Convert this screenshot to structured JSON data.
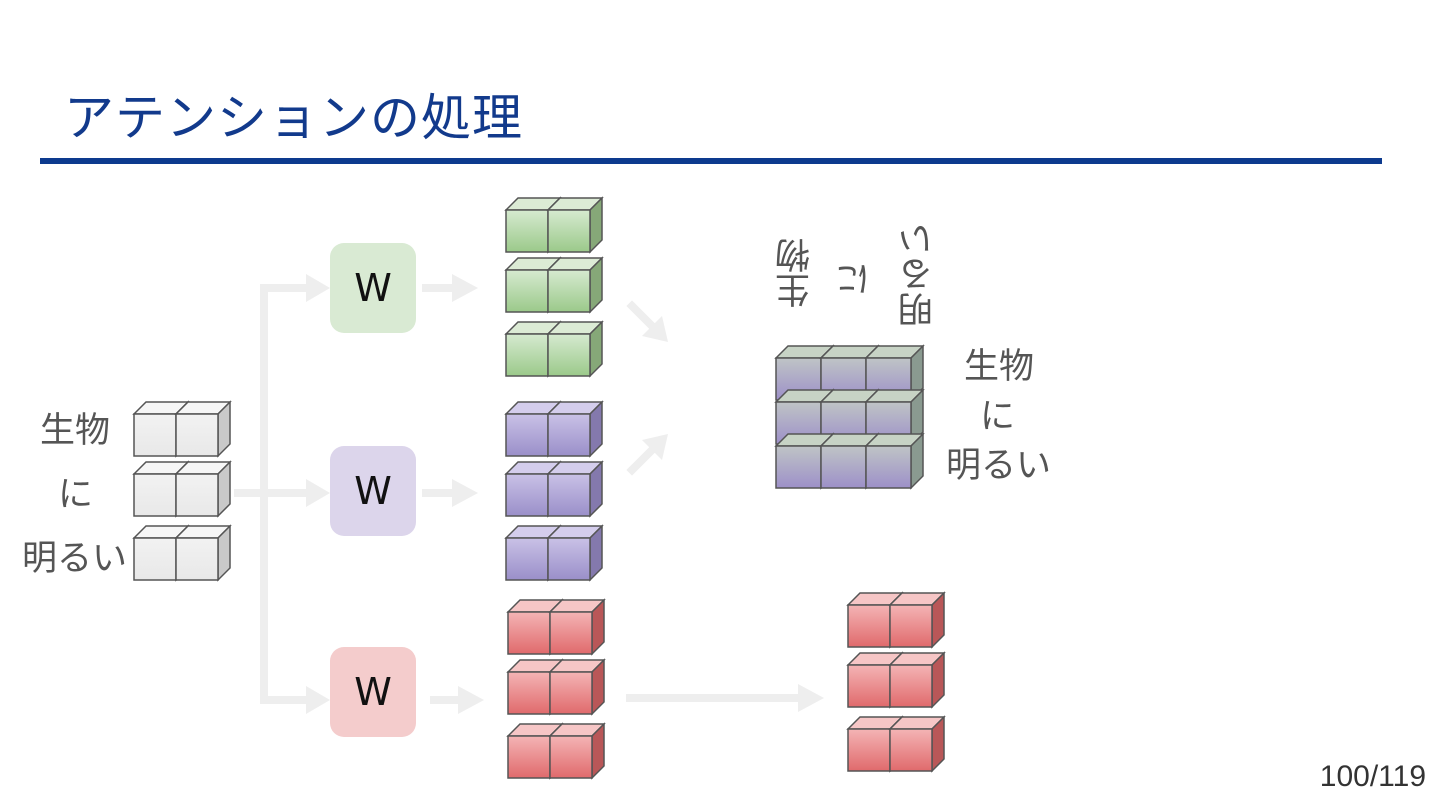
{
  "slide": {
    "title": "アテンションの処理",
    "page_number": "100/119"
  },
  "input": {
    "tokens": [
      "生物",
      "に",
      "明るい"
    ]
  },
  "weights": {
    "query_label": "W",
    "key_label": "W",
    "value_label": "W"
  },
  "attention_matrix": {
    "column_tokens": [
      "生物",
      "に",
      "明るい"
    ],
    "row_tokens": [
      "生物",
      "に",
      "明るい"
    ]
  },
  "colors": {
    "title": "#123a8c",
    "rule": "#0d3a8e",
    "input_block": "#ededed",
    "query_green": "#a9cf97",
    "key_purple": "#a79bcf",
    "value_red": "#e5787a",
    "w_green_bg": "#d9ead3",
    "w_purple_bg": "#dcd5eb",
    "w_red_bg": "#f4cccc",
    "arrow": "#eeeeee"
  }
}
